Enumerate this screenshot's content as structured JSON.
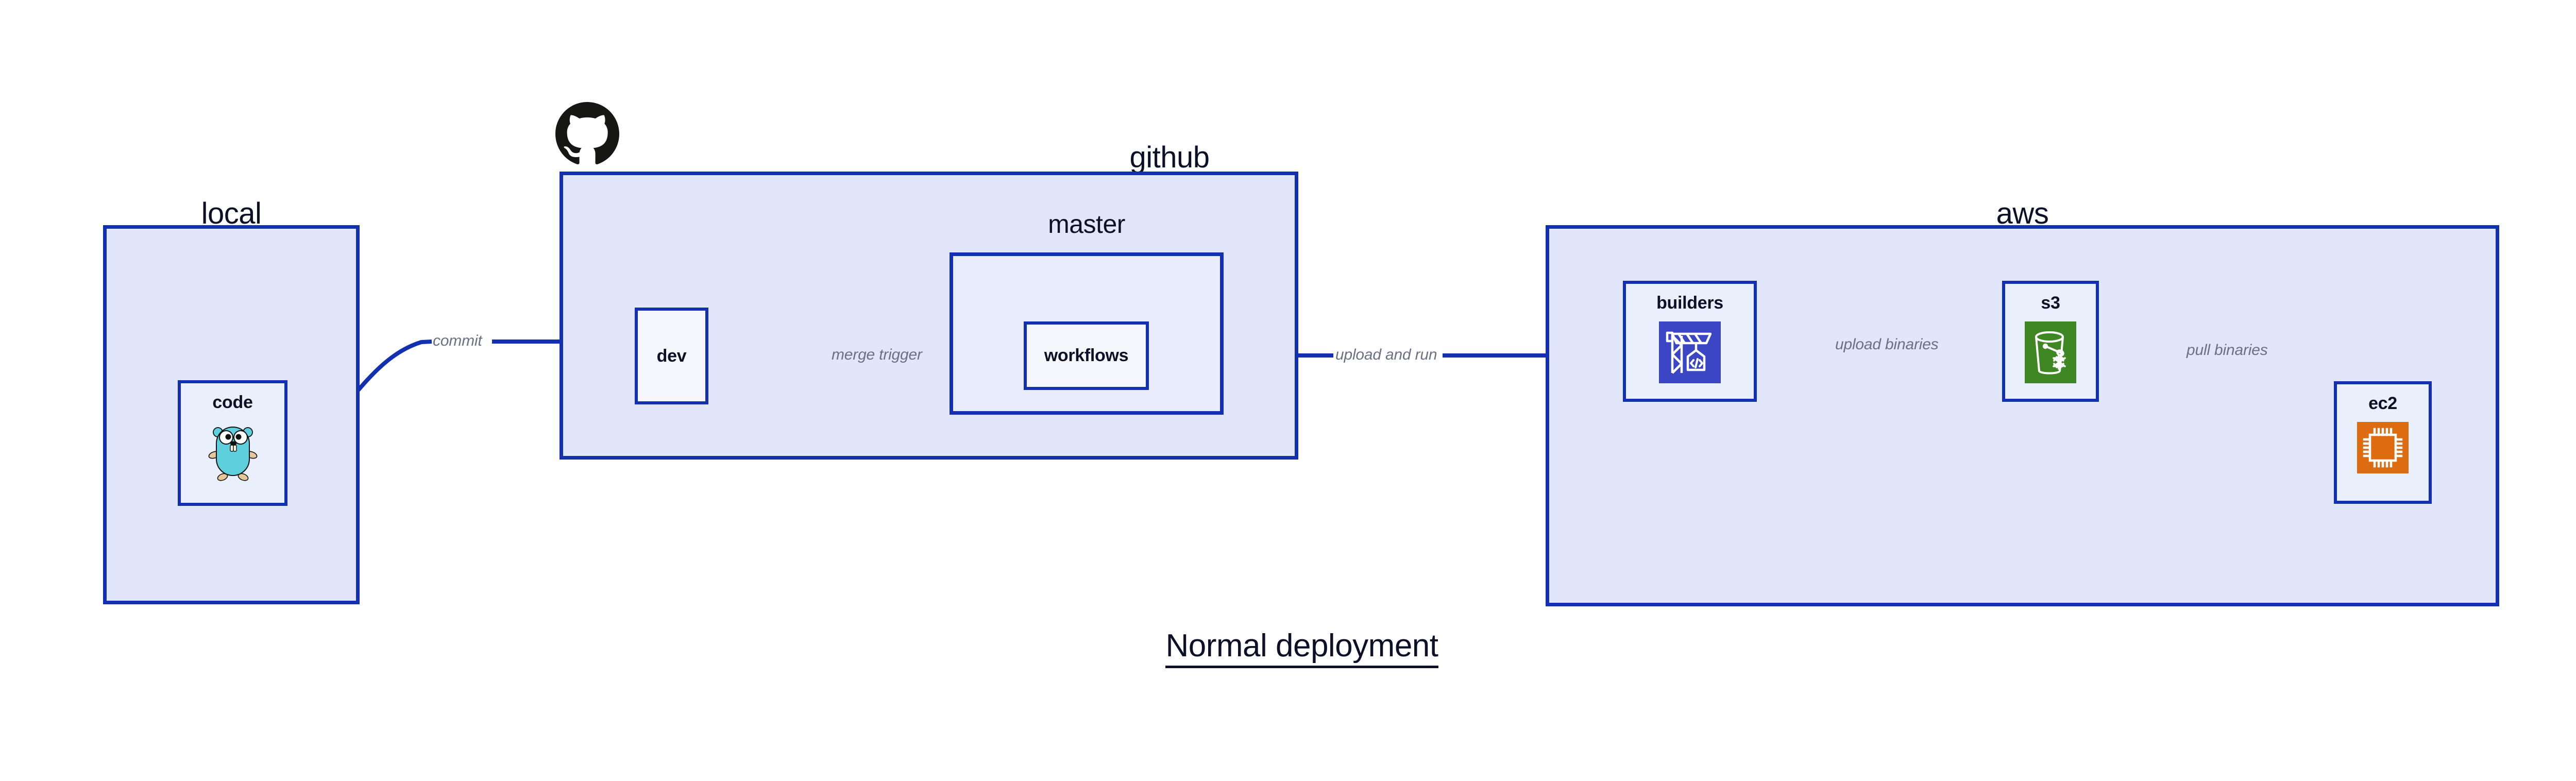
{
  "diagram": {
    "caption": "Normal deployment",
    "colors": {
      "container_fill": "#e1e6fb",
      "container_stroke": "#1330b0",
      "node_fill": "#eaeffc",
      "edge_stroke": "#1330b0",
      "edge_label_text": "#6a7183",
      "title_text": "#0d1128",
      "builders_icon_bg": "#3b46c4",
      "s3_icon_bg": "#3f8624",
      "ec2_icon_bg": "#dd6b10",
      "gopher_body": "#5ed0dd",
      "octocat": "#161614"
    }
  },
  "groups": [
    {
      "id": "local",
      "label": "local"
    },
    {
      "id": "github",
      "label": "github",
      "logo": "github-octocat-logo"
    },
    {
      "id": "aws",
      "label": "aws"
    }
  ],
  "subgroups": [
    {
      "id": "master",
      "label": "master",
      "parent": "github"
    }
  ],
  "nodes": [
    {
      "id": "code",
      "label": "code",
      "parent": "local",
      "icon": "go-gopher-icon"
    },
    {
      "id": "dev",
      "label": "dev",
      "parent": "github",
      "icon": null
    },
    {
      "id": "workflows",
      "label": "workflows",
      "parent": "master",
      "icon": null
    },
    {
      "id": "builders",
      "label": "builders",
      "parent": "aws",
      "icon": "crane-code-icon"
    },
    {
      "id": "s3",
      "label": "s3",
      "parent": "aws",
      "icon": "s3-bucket-glacier-icon"
    },
    {
      "id": "ec2",
      "label": "ec2",
      "parent": "aws",
      "icon": "cpu-chip-icon"
    }
  ],
  "edges": [
    {
      "id": "commit",
      "from": "code",
      "to": "dev",
      "label": "commit"
    },
    {
      "id": "merge-trigger",
      "from": "dev",
      "to": "workflows",
      "label": "merge trigger"
    },
    {
      "id": "upload-and-run",
      "from": "workflows",
      "to": "builders",
      "label": "upload and run"
    },
    {
      "id": "upload-binaries",
      "from": "builders",
      "to": "s3",
      "label": "upload binaries"
    },
    {
      "id": "pull-binaries",
      "from": "s3",
      "to": "ec2",
      "label": "pull binaries"
    }
  ]
}
